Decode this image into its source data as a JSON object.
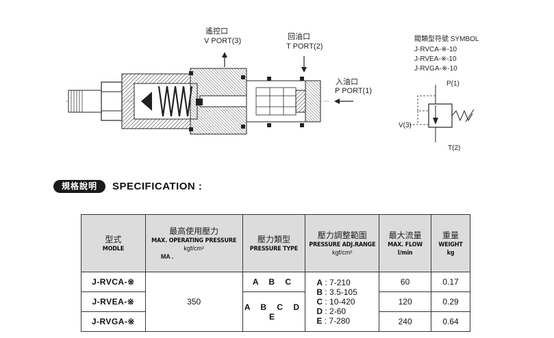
{
  "ports": {
    "v_port_zh": "遙控口",
    "v_port_en": "V PORT(3)",
    "t_port_zh": "回油口",
    "t_port_en": "T PORT(2)",
    "p_port_zh": "入油口",
    "p_port_en": "P PORT(1)"
  },
  "symbol": {
    "title": "閥類型符號 SYMBOL",
    "models": [
      "J-RVCA-※-10",
      "J-RVEA-※-10",
      "J-RVGA-※-10"
    ],
    "p_label": "P(1)",
    "v_label": "V(3)",
    "t_label": "T(2)"
  },
  "spec": {
    "badge": "規格說明",
    "title": "SPECIFICATION :",
    "headers": {
      "model_zh": "型式",
      "model_en": "MODLE",
      "pressure_zh": "最高使用壓力",
      "pressure_en": "MAX. OPERATING PRESSURE",
      "pressure_unit": "kgf/cm²",
      "pressure_ma": "MA .",
      "ptype_zh": "壓力類型",
      "ptype_en": "PRESSURE TYPE",
      "adj_zh": "壓力調整範圍",
      "adj_en": "PRESSURE ADJ.RANGE",
      "adj_unit": "kgf/cm²",
      "flow_zh": "最大流量",
      "flow_en": "MAX. FLOW",
      "flow_unit": "l/min",
      "weight_zh": "重量",
      "weight_en": "WEIGHT",
      "weight_unit": "kg"
    },
    "rows": [
      {
        "model": "J-RVCA-※",
        "flow": "60",
        "weight": "0.17"
      },
      {
        "model": "J-RVEA-※",
        "flow": "120",
        "weight": "0.29"
      },
      {
        "model": "J-RVGA-※",
        "flow": "240",
        "weight": "0.64"
      }
    ],
    "max_pressure": "350",
    "ptype_abc": "A B C",
    "ptype_abcde": "A B C D E",
    "ranges": [
      {
        "k": "A",
        "v": ": 7-210"
      },
      {
        "k": "B",
        "v": ": 3.5-105"
      },
      {
        "k": "C",
        "v": ": 10-420"
      },
      {
        "k": "D",
        "v": ": 2-60"
      },
      {
        "k": "E",
        "v": ": 7-280"
      }
    ]
  }
}
